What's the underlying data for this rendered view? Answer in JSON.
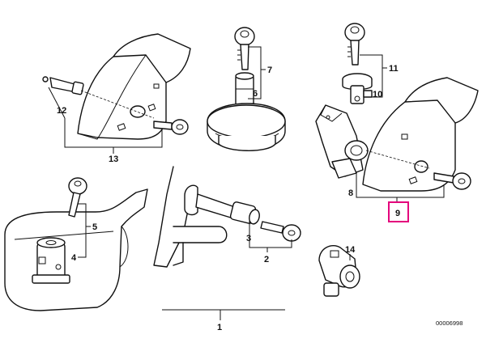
{
  "diagram": {
    "callouts": {
      "c1": "1",
      "c2": "2",
      "c3": "3",
      "c4": "4",
      "c5": "5",
      "c6": "6",
      "c7": "7",
      "c8": "8",
      "c9": "9",
      "c10": "10",
      "c11": "11",
      "c12": "12",
      "c13": "13",
      "c14": "14"
    },
    "highlighted_callout": "9",
    "highlight_color": "#e4007c",
    "document_number": "00006998"
  }
}
